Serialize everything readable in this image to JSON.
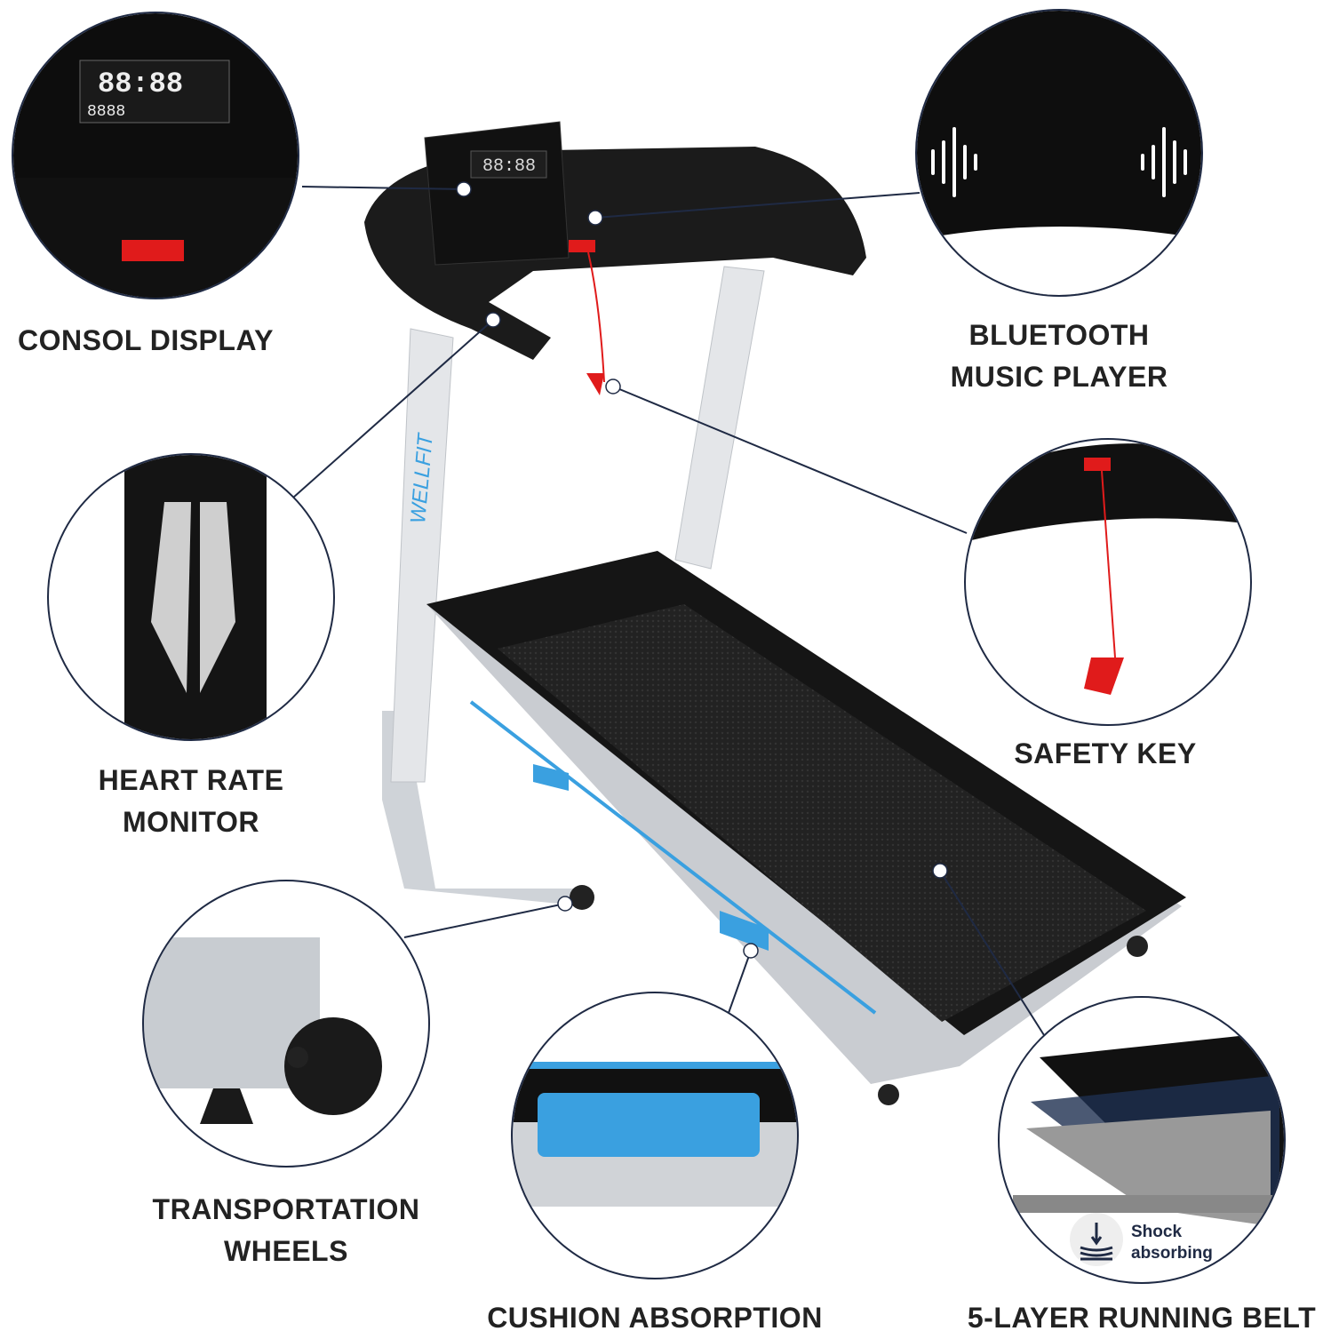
{
  "brand": "WELLFIT",
  "features": {
    "console": {
      "line1": "CONSOL DISPLAY"
    },
    "bluetooth": {
      "line1": "BLUETOOTH",
      "line2": "MUSIC PLAYER"
    },
    "heart_rate": {
      "line1": "HEART RATE",
      "line2": "MONITOR"
    },
    "safety_key": {
      "line1": "SAFETY KEY"
    },
    "wheels": {
      "line1": "TRANSPORTATION",
      "line2": "WHEELS"
    },
    "cushion": {
      "line1": "CUSHION ABSORPTION"
    },
    "belt": {
      "line1": "5-LAYER RUNNING BELT"
    }
  },
  "belt_badge": {
    "line1": "Shock",
    "line2": "absorbing",
    "icon": "shock-absorb-icon"
  },
  "console_readout": {
    "main": "88:88",
    "sub": "8888"
  },
  "colors": {
    "accent_blue": "#3aa0e0",
    "line_navy": "#1f2a44",
    "key_red": "#e01b1b",
    "frame_silver": "#d9dce0",
    "deck_black": "#1a1a1a"
  }
}
